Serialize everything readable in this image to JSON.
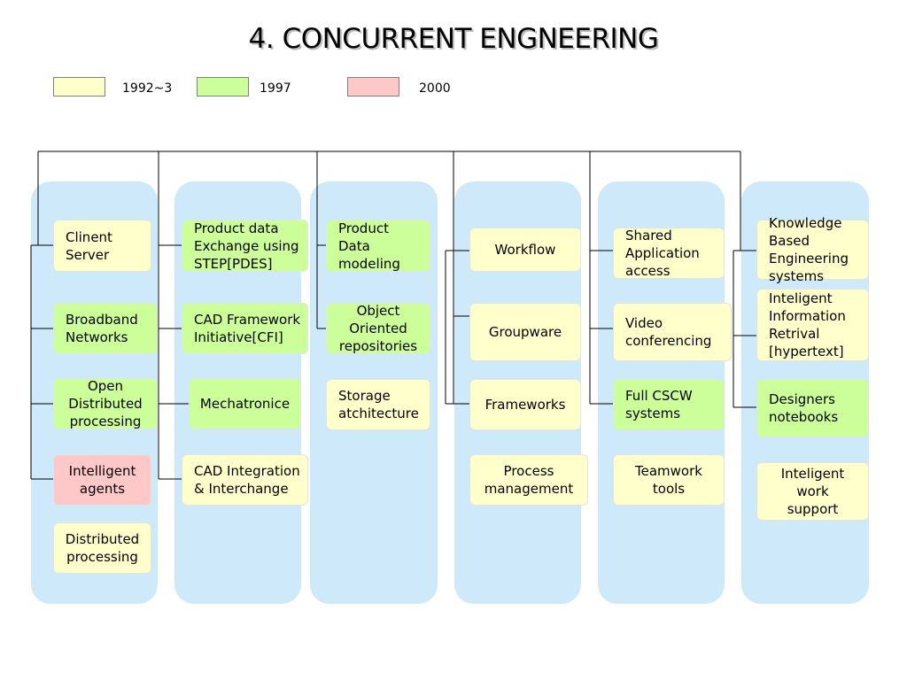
{
  "title": "4. CONCURRENT ENGNEERING",
  "legend": [
    {
      "label": "1992~3",
      "color": "#ffffcc"
    },
    {
      "label": "1997",
      "color": "#ccff99"
    },
    {
      "label": "2000",
      "color": "#ffc8c8"
    }
  ],
  "columns": [
    {
      "boxes": [
        {
          "lines": [
            "Clinent",
            "Server"
          ],
          "era": "1992~3"
        },
        {
          "lines": [
            "Broadband",
            "Networks"
          ],
          "era": "1997"
        },
        {
          "lines": [
            "Open",
            "Distributed",
            "processing"
          ],
          "era": "1997"
        },
        {
          "lines": [
            "Intelligent",
            "agents"
          ],
          "era": "2000"
        },
        {
          "lines": [
            "Distributed",
            "processing"
          ],
          "era": "1992~3"
        }
      ]
    },
    {
      "boxes": [
        {
          "lines": [
            "Product data",
            "Exchange using",
            "STEP[PDES]"
          ],
          "era": "1997"
        },
        {
          "lines": [
            "CAD Framework",
            "Initiative[CFI]"
          ],
          "era": "1997"
        },
        {
          "lines": [
            "Mechatronice"
          ],
          "era": "1997"
        },
        {
          "lines": [
            "CAD Integration",
            "& Interchange"
          ],
          "era": "1992~3"
        }
      ]
    },
    {
      "boxes": [
        {
          "lines": [
            "Product",
            "Data",
            "modeling"
          ],
          "era": "1997"
        },
        {
          "lines": [
            "Object",
            "Oriented",
            "repositories"
          ],
          "era": "1997"
        },
        {
          "lines": [
            "Storage",
            "atchitecture"
          ],
          "era": "1992~3"
        }
      ]
    },
    {
      "boxes": [
        {
          "lines": [
            "Workflow"
          ],
          "era": "1992~3"
        },
        {
          "lines": [
            "Groupware"
          ],
          "era": "1992~3"
        },
        {
          "lines": [
            "Frameworks"
          ],
          "era": "1992~3"
        },
        {
          "lines": [
            "Process",
            "management"
          ],
          "era": "1992~3"
        }
      ]
    },
    {
      "boxes": [
        {
          "lines": [
            "Shared",
            "Application",
            "access"
          ],
          "era": "1992~3"
        },
        {
          "lines": [
            "Video",
            "conferencing"
          ],
          "era": "1992~3"
        },
        {
          "lines": [
            "Full CSCW",
            "systems"
          ],
          "era": "1997"
        },
        {
          "lines": [
            "Teamwork",
            "tools"
          ],
          "era": "1992~3"
        }
      ]
    },
    {
      "boxes": [
        {
          "lines": [
            "Knowledge",
            "Based",
            "Engineering",
            "systems"
          ],
          "era": "1992~3"
        },
        {
          "lines": [
            "Inteligent",
            "Information",
            "Retrival",
            "[hypertext]"
          ],
          "era": "1992~3"
        },
        {
          "lines": [
            "Designers",
            "notebooks"
          ],
          "era": "1997"
        },
        {
          "lines": [
            "Inteligent",
            "work",
            "support"
          ],
          "era": "1992~3"
        }
      ]
    }
  ]
}
